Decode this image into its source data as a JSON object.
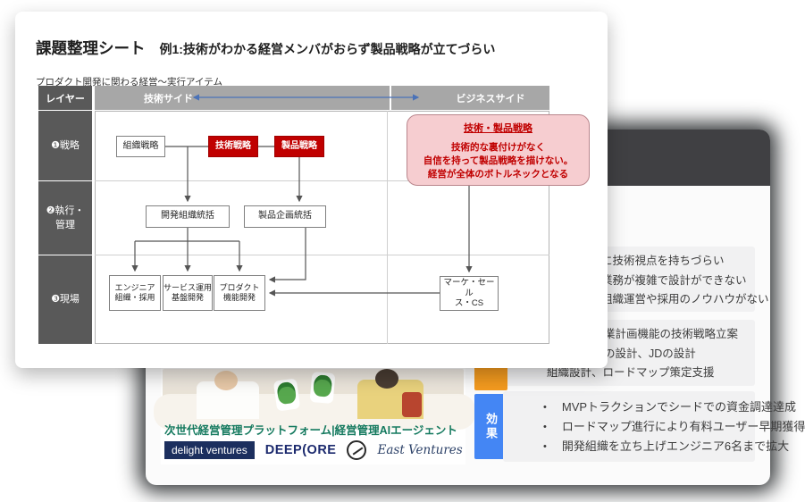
{
  "front_slide": {
    "title": "課題整理シート",
    "example": "例1:技術がわかる経営メンバがおらず製品戦略が立てづらい",
    "caption": "プロダクト開発に関わる経営〜実行アイテム",
    "table": {
      "layer": "レイヤー",
      "tech_side": "技術サイド",
      "business_side": "ビジネスサイド",
      "row1": "❶戦略",
      "row2": "❷執行・管理",
      "row3": "❸現場"
    },
    "boxes": {
      "org_strategy": "組織戦略",
      "tech_strategy": "技術戦略",
      "product_strategy": "製品戦略",
      "dev_org": "開発組織統括",
      "product_planning": "製品企画統括",
      "engineer": [
        "エンジニア",
        "組織・採用"
      ],
      "service_ops": [
        "サービス運用",
        "基盤開発"
      ],
      "product_dev": [
        "プロダクト",
        "機能開発"
      ],
      "marketing": [
        "マーケ・セール",
        "ス・CS"
      ]
    },
    "callout": {
      "title": "技術・製品戦略",
      "line1": "技術的な裏付けがなく",
      "line2": "自信を持って製品戦略を描けない。",
      "line3": "経営が全体のボトルネックとなる"
    }
  },
  "back_slide": {
    "bullet": "•",
    "issues": [
      "に技術視点を持ちづらい",
      "業務が複雑で設計ができない",
      "組織運営や採用のノウハウがない"
    ],
    "support": [
      "業計画機能の技術戦略立案",
      "の設計、JDの設計",
      "組織設計、ロードマップ策定支援"
    ],
    "effects_label": "効果",
    "effects": [
      "MVPトラクションでシードでの資金調達達成",
      "ロードマップ進行により有料ユーザー早期獲得",
      "開発組織を立ち上げエンジニア6名まで拡大"
    ],
    "banner": {
      "title": "次世代経営管理プラットフォーム|経営管理AIエージェント",
      "logo_delight": "delight ventures",
      "logo_deepcore": "DEEP(ORE",
      "logo_east": "East Ventures"
    }
  },
  "colors": {
    "accent_red": "#c00000",
    "callout_pink": "#f6cdd0",
    "header_dark": "#595959",
    "header_band": "#a7a7a7",
    "blue_arrow": "#4a72b8",
    "effects_blue": "#4486f4",
    "support_orange": "#f49b1f",
    "banner_green": "#157a5f",
    "navy": "#1c2f5e"
  }
}
